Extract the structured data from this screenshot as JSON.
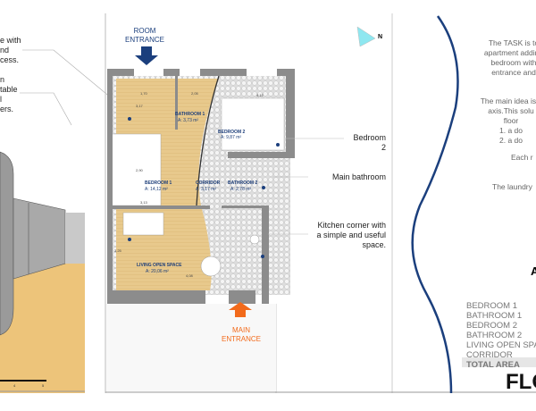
{
  "left_notes": [
    {
      "text": "e with\nnd\ncess."
    },
    {
      "text": "n\ntable\nl\ners."
    }
  ],
  "scale_bar": {
    "ticks": [
      "4",
      "5"
    ]
  },
  "plan": {
    "room_entrance": "ROOM\nENTRANCE",
    "main_entrance": "MAIN\nENTRANCE",
    "north": "N",
    "rooms": [
      {
        "name": "BATHROOM 1",
        "area": "A: 3,73 m²"
      },
      {
        "name": "BEDROOM 2",
        "area": "A: 9,87 m²"
      },
      {
        "name": "BEDROOM 1",
        "area": "A: 14,12 m²"
      },
      {
        "name": "CORRIDOR",
        "area": "A: 3,17 m²"
      },
      {
        "name": "BATHROOM 2",
        "area": "A: 2,78 m²"
      },
      {
        "name": "LIVING OPEN SPACE",
        "area": "A: 20,06 m²"
      }
    ],
    "dims": [
      "1,70",
      "3,17",
      "2,05",
      "4,12",
      "2,90",
      "3,13",
      "3,25",
      "4,08"
    ],
    "callouts": [
      "Bedroom\n2",
      "Main bathroom",
      "Kitchen corner with\na simple and useful\nspace."
    ]
  },
  "task": {
    "p1": "The TASK is to\napartment adding\nbedroom with\nentrance and",
    "p2": "The main idea is li\naxis.This solu\nfloor\n1. a do\n2. a do",
    "p3": "Each r",
    "p4": "The laundry",
    "partial_heading": "A"
  },
  "area_list": [
    "BEDROOM 1",
    "BATHROOM 1",
    "BEDROOM 2",
    "BATHROOM 2",
    "LIVING OPEN SPA",
    "CORRIDOR"
  ],
  "total_label": "TOTAL AREA",
  "footer_title": "FLO",
  "colors": {
    "accent_blue": "#1b3f7d",
    "orange": "#f26a1b",
    "wood": "#e8c98c",
    "wall": "#8c8c8c"
  }
}
